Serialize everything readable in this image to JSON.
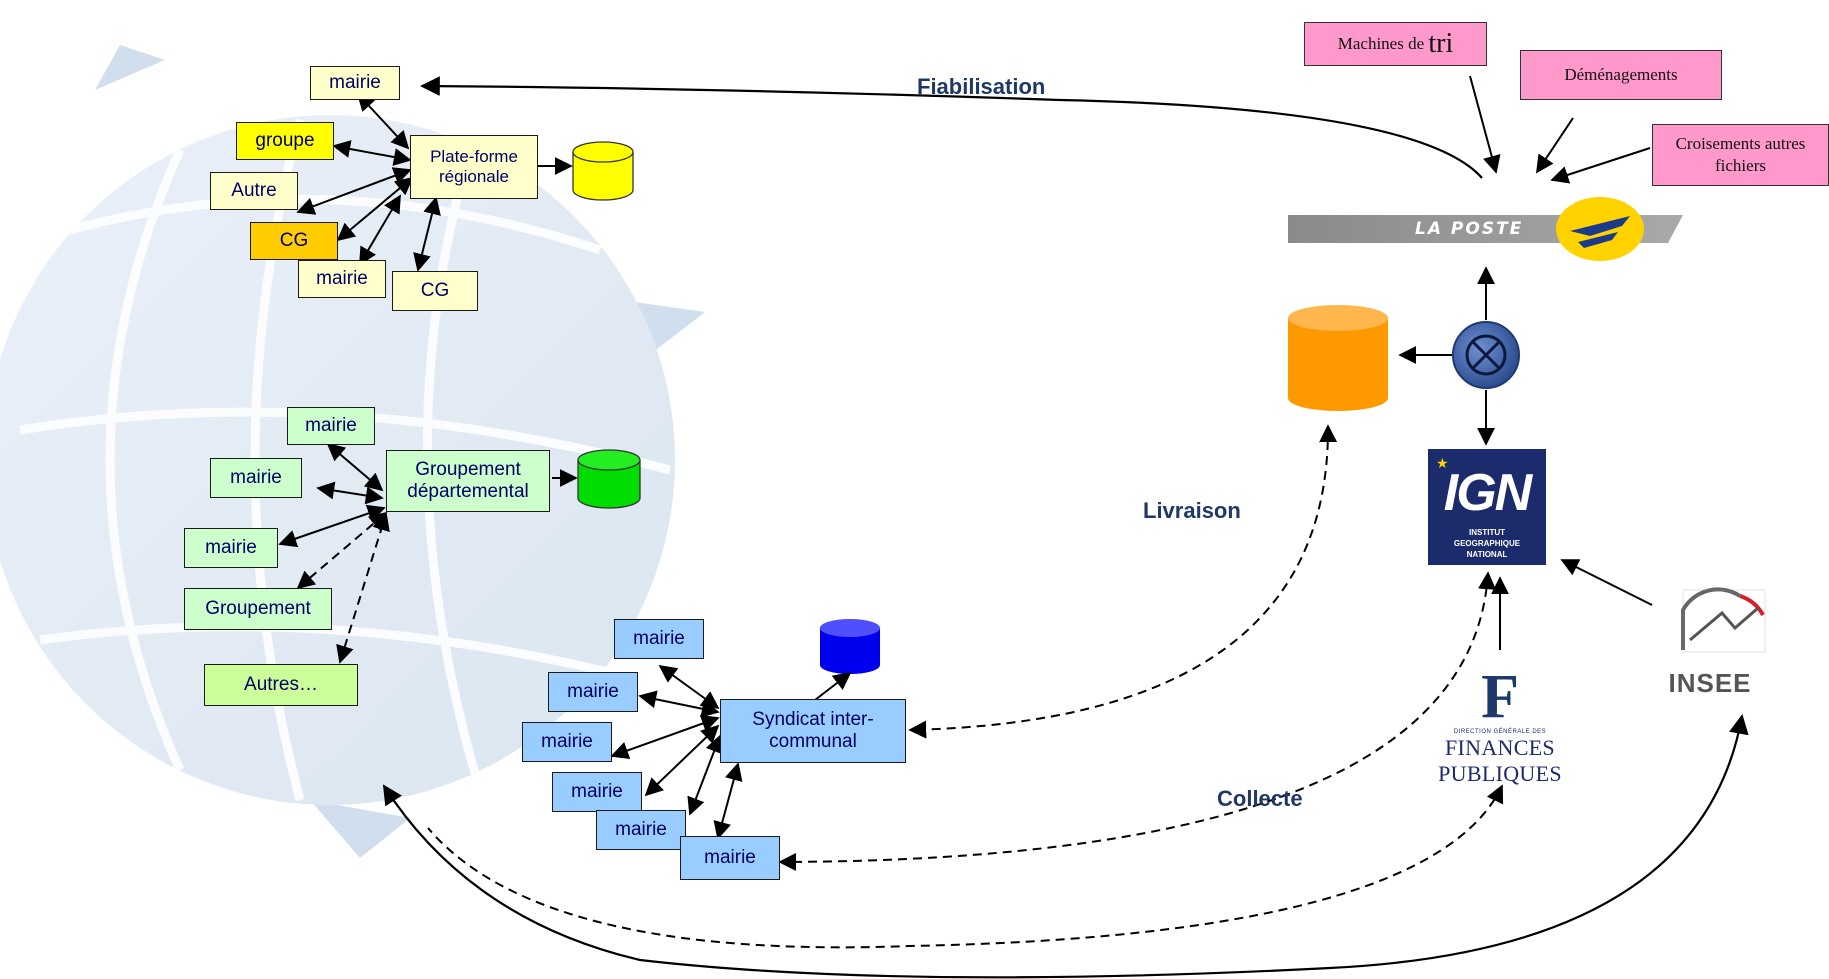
{
  "regional": {
    "mairie_top": "mairie",
    "groupe": "groupe",
    "autre": "Autre",
    "cg_orange": "CG",
    "mairie_bottom": "mairie",
    "cg_bottom": "CG",
    "platform": "Plate-forme régionale"
  },
  "departmental": {
    "mairie_1": "mairie",
    "mairie_2": "mairie",
    "mairie_3": "mairie",
    "groupement": "Groupement",
    "autres": "Autres…",
    "center": "Groupement départemental"
  },
  "syndicat": {
    "mairie_1": "mairie",
    "mairie_2": "mairie",
    "mairie_3": "mairie",
    "mairie_4": "mairie",
    "mairie_5": "mairie",
    "mairie_6": "mairie",
    "center": "Syndicat inter-communal"
  },
  "sources": {
    "tri_prefix": "Machines de ",
    "tri_word": "tri",
    "demenagements": "Déménagements",
    "croisements": "Croisements autres fichiers"
  },
  "labels": {
    "fiabilisation": "Fiabilisation",
    "livraison": "Livraison",
    "collecte": "Collecte"
  },
  "logos": {
    "la_poste": "LA POSTE",
    "ign_letters": "IGN",
    "ign_subtitle": "INSTITUT\nGEOGRAPHIQUE\nNATIONAL",
    "dgfip_monogram": "F",
    "dgfip_small": "DIRECTION GÉNÉRALE DES",
    "dgfip_big": "FINANCES PUBLIQUES",
    "insee": "INSEE"
  },
  "colors": {
    "yellow_db": "#ffff00",
    "green_db": "#00dd00",
    "blue_db": "#0000ee",
    "orange_db": "#ff9900",
    "hub": "#3b64a8",
    "globe": "#dde8f4"
  }
}
